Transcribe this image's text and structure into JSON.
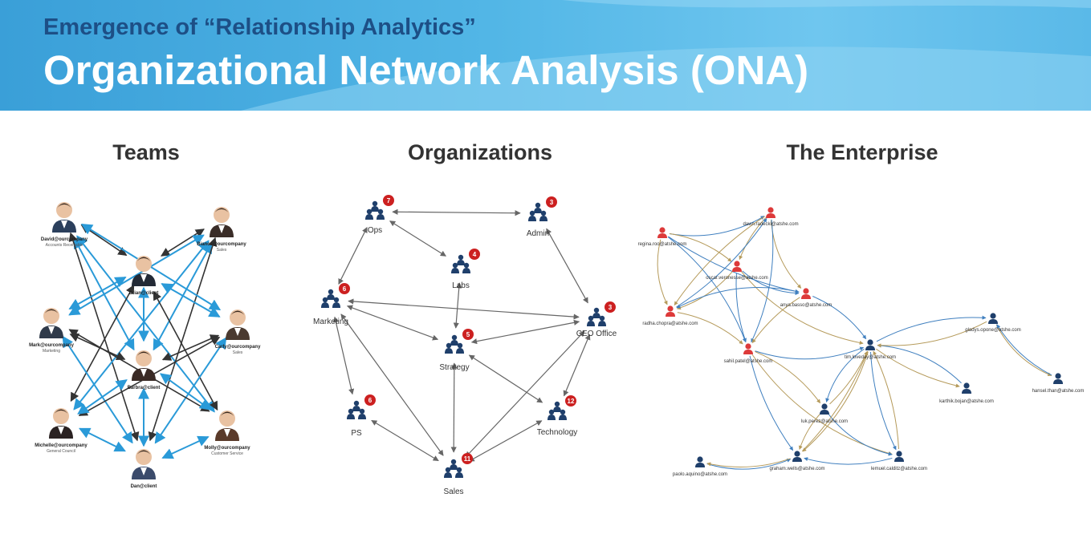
{
  "header": {
    "subtitle": "Emergence of “Relationship Analytics”",
    "title": "Organizational Network Analysis (ONA)"
  },
  "sections": {
    "teams": "Teams",
    "organizations": "Organizations",
    "enterprise": "The Enterprise"
  },
  "colors": {
    "header_blue": "#3a9fd8",
    "subtitle_navy": "#1d4f86",
    "node_navy": "#1f3f6b",
    "badge_red": "#cc2020",
    "person_red": "#dd3a3a",
    "edge_blue": "#3f7fbf",
    "edge_tan": "#b59a5a"
  },
  "teams": {
    "people": [
      {
        "id": "david",
        "name": "David@ourcompany",
        "role": "Accounts Receivable"
      },
      {
        "id": "bianca",
        "name": "Bianca@ourcompany",
        "role": "Sales"
      },
      {
        "id": "brian",
        "name": "Brian@client",
        "role": ""
      },
      {
        "id": "mark",
        "name": "Mark@ourcompany",
        "role": "Marketing"
      },
      {
        "id": "carly",
        "name": "Carly@ourcompany",
        "role": "Sales"
      },
      {
        "id": "barbra",
        "name": "Barbra@client",
        "role": ""
      },
      {
        "id": "michelle",
        "name": "Michelle@ourcompany",
        "role": "General Council"
      },
      {
        "id": "molly",
        "name": "Molly@ourcompany",
        "role": "Customer Service"
      },
      {
        "id": "dan",
        "name": "Dan@client",
        "role": ""
      }
    ]
  },
  "organizations": {
    "nodes": [
      {
        "id": "ops",
        "label": "Ops",
        "count": "7"
      },
      {
        "id": "admin",
        "label": "Admin",
        "count": "3"
      },
      {
        "id": "labs",
        "label": "Labs",
        "count": "4"
      },
      {
        "id": "marketing",
        "label": "Marketing",
        "count": "6"
      },
      {
        "id": "ceo",
        "label": "CEO Office",
        "count": "3"
      },
      {
        "id": "strategy",
        "label": "Strategy",
        "count": "5"
      },
      {
        "id": "ps",
        "label": "PS",
        "count": "6"
      },
      {
        "id": "technology",
        "label": "Technology",
        "count": "12"
      },
      {
        "id": "sales",
        "label": "Sales",
        "count": "11"
      }
    ]
  },
  "enterprise": {
    "nodes": [
      {
        "id": "dawn",
        "label": "dawn.radecki@atshe.com",
        "color": "red"
      },
      {
        "id": "regina",
        "label": "regina.roo@atshe.com",
        "color": "red"
      },
      {
        "id": "oscar",
        "label": "oscar.veronesse@atshe.com",
        "color": "red"
      },
      {
        "id": "anya",
        "label": "anya.basso@atshe.com",
        "color": "red"
      },
      {
        "id": "radha",
        "label": "radha.chopra@atshe.com",
        "color": "red"
      },
      {
        "id": "sahil",
        "label": "sahil.patel@atshe.com",
        "color": "red"
      },
      {
        "id": "tim",
        "label": "tim.loveday@atshe.com",
        "color": "navy"
      },
      {
        "id": "gladys",
        "label": "gladys.opone@atshe.com",
        "color": "navy"
      },
      {
        "id": "hansel",
        "label": "hansel.than@atshe.com",
        "color": "navy"
      },
      {
        "id": "karthik",
        "label": "karthik.bojan@atshe.com",
        "color": "navy"
      },
      {
        "id": "luk",
        "label": "luk.perez@atshe.com",
        "color": "navy"
      },
      {
        "id": "paolo",
        "label": "paolo.aquino@atshe.com",
        "color": "navy"
      },
      {
        "id": "graham",
        "label": "graham.wells@atshe.com",
        "color": "navy"
      },
      {
        "id": "lemuel",
        "label": "lemuel.calditz@atshe.com",
        "color": "navy"
      }
    ]
  }
}
